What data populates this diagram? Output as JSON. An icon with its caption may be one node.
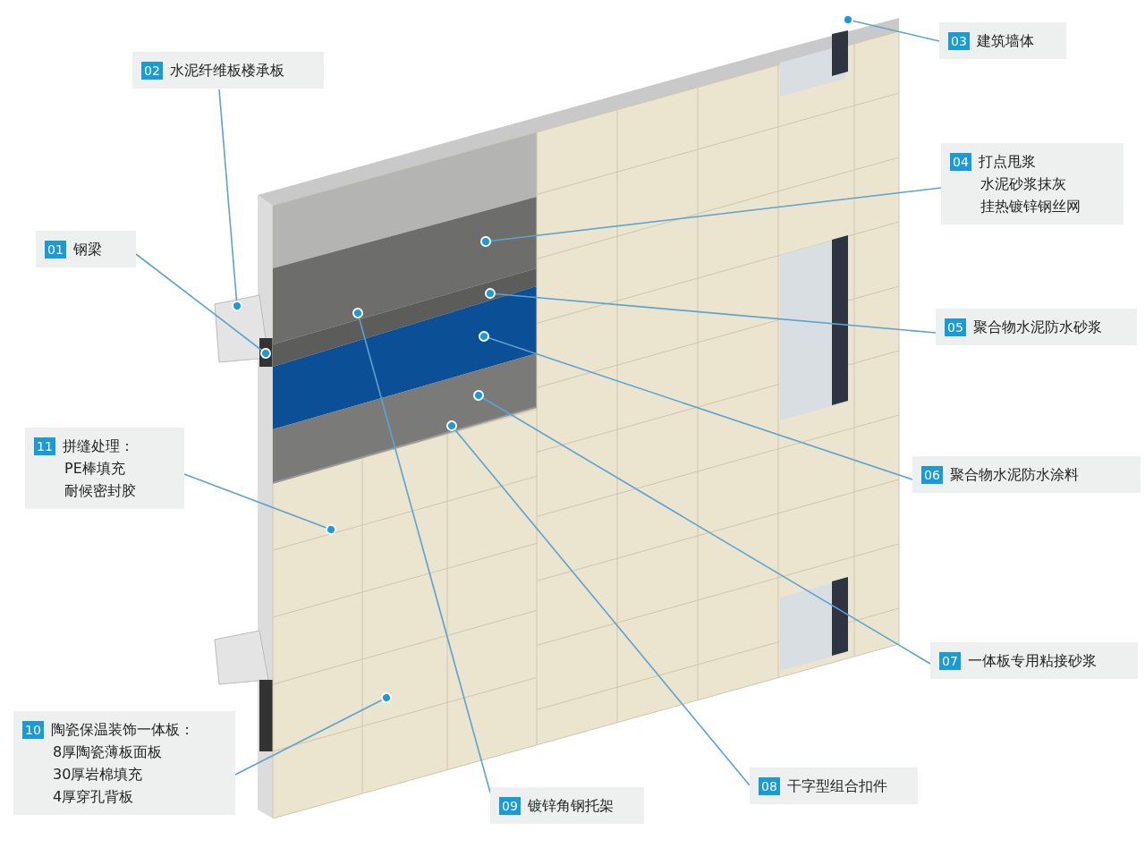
{
  "diagram": {
    "nodes": [
      {
        "text": [
          "01",
          "钢梁"
        ]
      },
      {
        "text": [
          "02",
          "水泥纤维板楼承板"
        ]
      },
      {
        "text": [
          "03",
          "建筑墙体"
        ]
      },
      {
        "text": [
          "04",
          "打点甩浆",
          "水泥砂浆抹灰",
          "挂热镀锌钢丝网"
        ]
      },
      {
        "text": [
          "05",
          "聚合物水泥防水砂浆"
        ]
      },
      {
        "text": [
          "06",
          "聚合物水泥防水涂料"
        ]
      },
      {
        "text": [
          "07",
          "一体板专用粘接砂浆"
        ]
      },
      {
        "text": [
          "08",
          "干字型组合扣件"
        ]
      },
      {
        "text": [
          "09",
          "镀锌角钢托架"
        ]
      },
      {
        "text": [
          "10",
          "陶瓷保温装饰一体板：",
          "8厚陶瓷薄板面板",
          "30厚岩棉填充",
          "4厚穿孔背板"
        ]
      },
      {
        "text": [
          "11",
          "拼缝处理：",
          "PE棒填充",
          "耐候密封胶"
        ]
      }
    ],
    "edges": [
      {
        "from": 0,
        "to": null,
        "arrow": "other"
      },
      {
        "from": 1,
        "to": null,
        "arrow": "other"
      },
      {
        "from": 2,
        "to": null,
        "arrow": "other"
      },
      {
        "from": 3,
        "to": null,
        "arrow": "other"
      },
      {
        "from": 4,
        "to": null,
        "arrow": "other"
      },
      {
        "from": 5,
        "to": null,
        "arrow": "other"
      },
      {
        "from": 6,
        "to": null,
        "arrow": "other"
      },
      {
        "from": 7,
        "to": null,
        "arrow": "other"
      },
      {
        "from": 8,
        "to": null,
        "arrow": "other"
      },
      {
        "from": 9,
        "to": null,
        "arrow": "other"
      },
      {
        "from": 10,
        "to": null,
        "arrow": "other"
      }
    ]
  }
}
